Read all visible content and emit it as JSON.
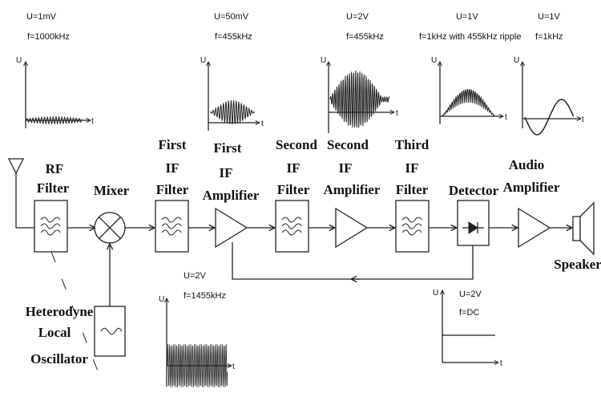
{
  "blocks": {
    "rf_filter": [
      "RF",
      "Filter"
    ],
    "mixer": [
      "Mixer"
    ],
    "first_if_filter": [
      "First",
      "IF",
      "Filter"
    ],
    "first_if_amplifier": [
      "First",
      "IF",
      "Amplifier"
    ],
    "second_if_filter": [
      "Second",
      "IF",
      "Filter"
    ],
    "second_if_amplifier": [
      "Second",
      "IF",
      "Amplifier"
    ],
    "third_if_filter": [
      "Third",
      "IF",
      "Filter"
    ],
    "detector": [
      "Detector"
    ],
    "audio_amplifier": [
      "Audio",
      "Amplifier"
    ],
    "speaker": [
      "Speaker"
    ],
    "local_oscillator": [
      "Heterodyne",
      "Local",
      "Oscillator"
    ]
  },
  "waveforms": {
    "rf_input": {
      "u": "U=1mV",
      "f": "f=1000kHz"
    },
    "first_if": {
      "u": "U=50mV",
      "f": "f=455kHz"
    },
    "second_if": {
      "u": "U=2V",
      "f": "f=455kHz"
    },
    "detector_out": {
      "u": "U=1V",
      "f": "f=1kHz with 455kHz ripple"
    },
    "audio_out": {
      "u": "U=1V",
      "f": "f=1kHz"
    },
    "oscillator": {
      "u": "U=2V",
      "f": "f=1455kHz"
    },
    "agc": {
      "u": "U=2V",
      "f": "f=DC"
    }
  },
  "axes": {
    "u": "U",
    "t": "t"
  }
}
